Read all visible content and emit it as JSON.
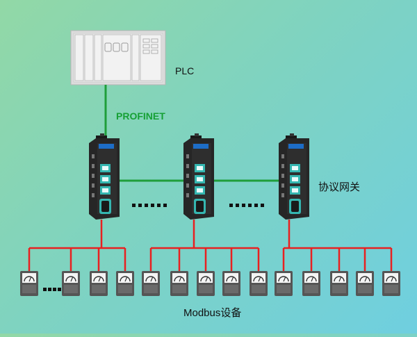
{
  "labels": {
    "plc": "PLC",
    "profinet": "PROFINET",
    "gateway": "协议网关",
    "modbus": "Modbus设备"
  },
  "gateway_count": 3,
  "device_groups": [
    {
      "devices": 4,
      "gap_after_first": true
    },
    {
      "devices": 5,
      "gap_after_first": false
    },
    {
      "devices": 5,
      "gap_after_first": false
    }
  ],
  "colors": {
    "ethernet_line": "#1f9e3a",
    "serial_line": "#e82020",
    "gateway_body": "#262626",
    "gateway_accent": "#35b6b0",
    "device_body": "#555555",
    "plc_body": "#dcdcdc"
  }
}
